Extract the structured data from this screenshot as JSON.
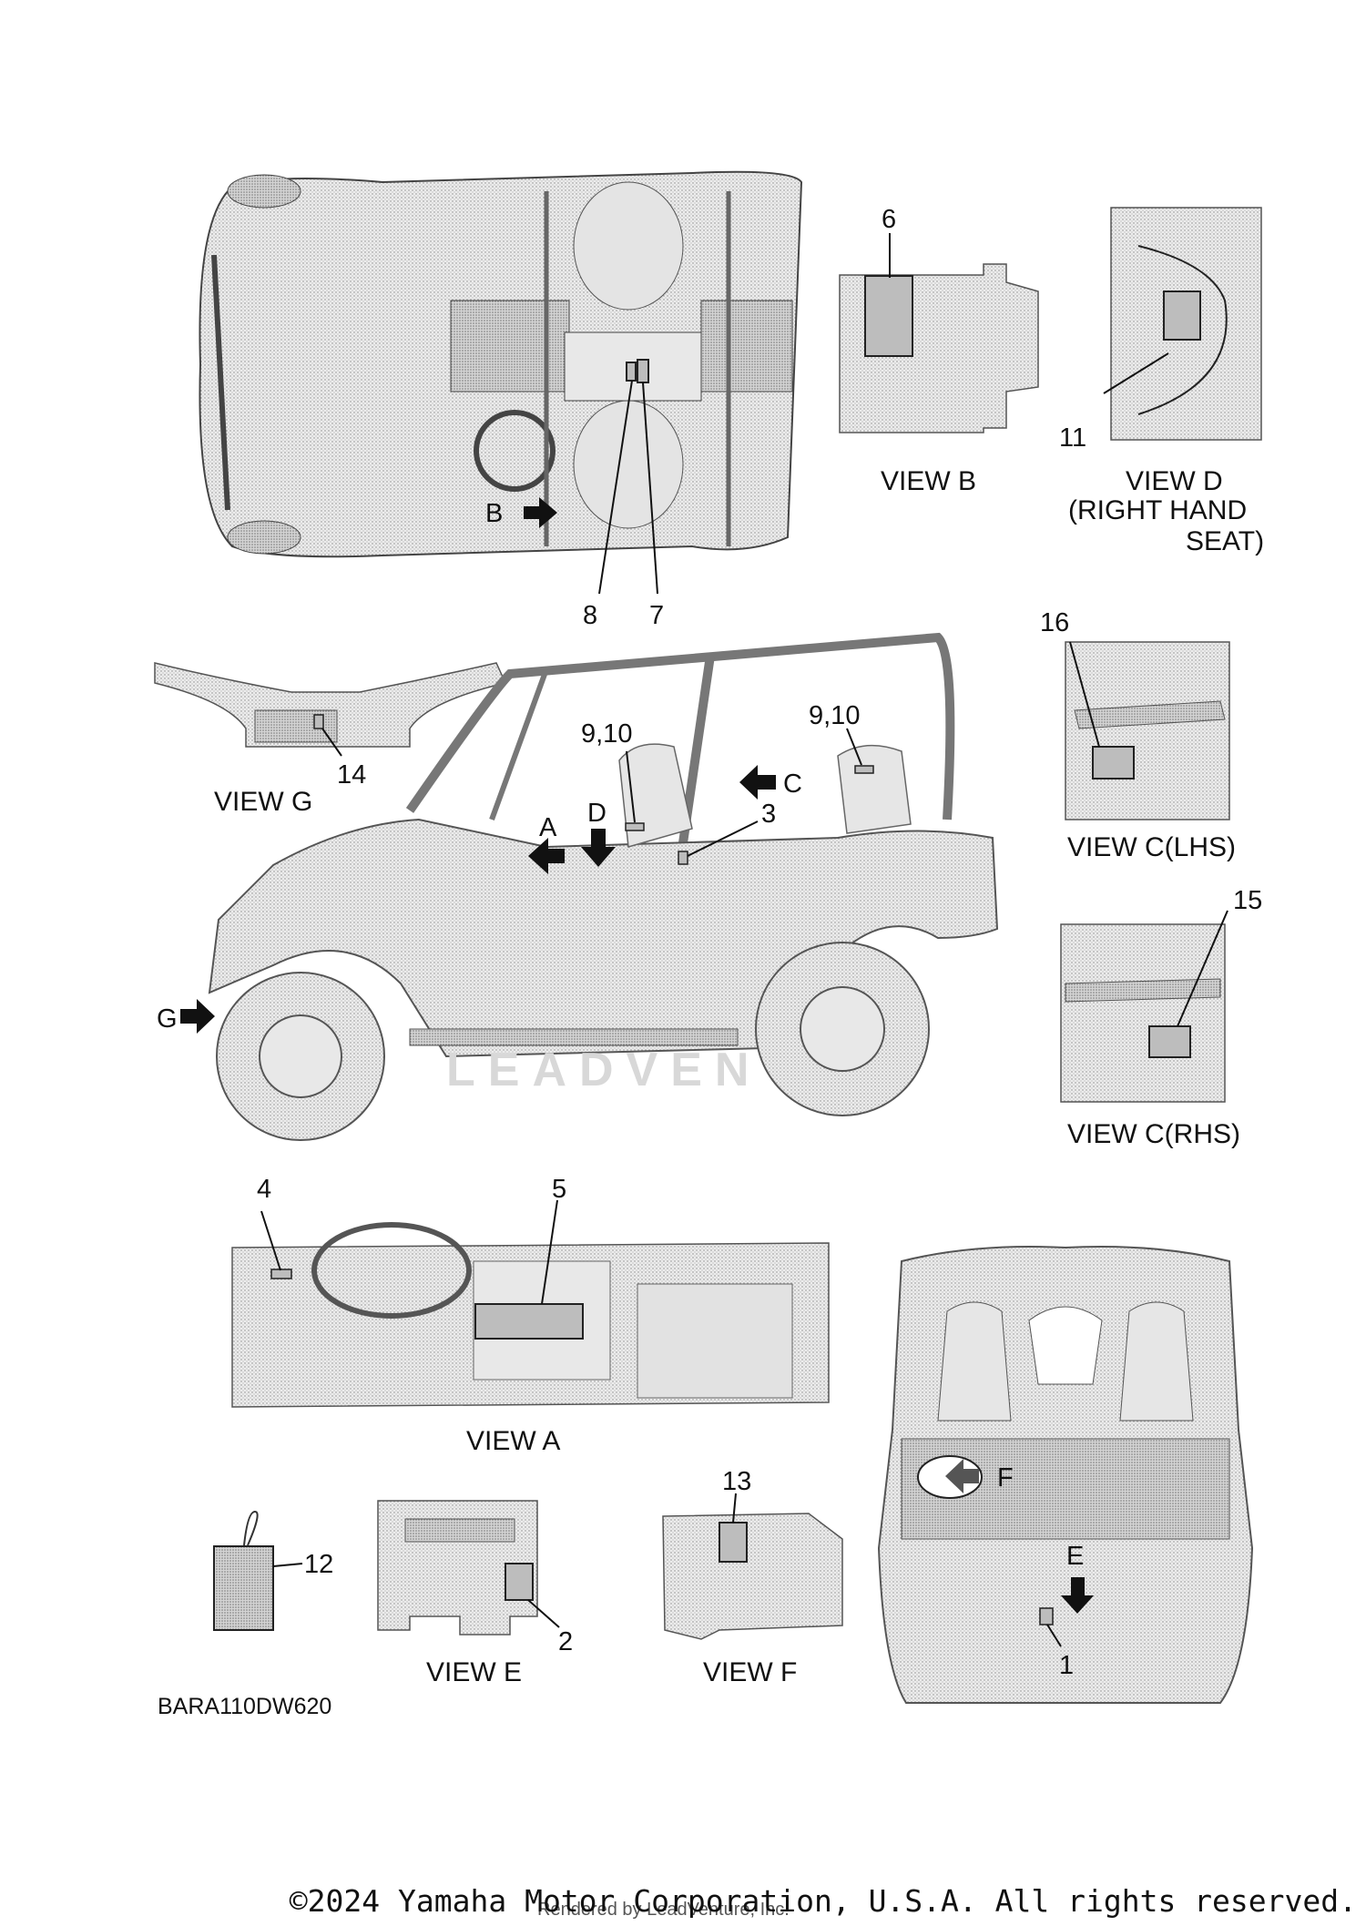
{
  "callouts": {
    "c1": "1",
    "c2": "2",
    "c3": "3",
    "c4": "4",
    "c5": "5",
    "c6": "6",
    "c7": "7",
    "c8": "8",
    "c9_10_left": "9,10",
    "c9_10_right": "9,10",
    "c11": "11",
    "c12": "12",
    "c13": "13",
    "c14": "14",
    "c15": "15",
    "c16": "16"
  },
  "arrow_letters": {
    "a": "A",
    "b": "B",
    "c": "C",
    "d": "D",
    "e": "E",
    "f": "F",
    "g": "G"
  },
  "views": {
    "view_a": "VIEW A",
    "view_b": "VIEW B",
    "view_d_line1": "VIEW D",
    "view_d_line2": "(RIGHT HAND",
    "view_d_line3": "SEAT)",
    "view_e": "VIEW E",
    "view_f": "VIEW F",
    "view_g": "VIEW G",
    "view_c_lhs": "VIEW C(LHS)",
    "view_c_rhs": "VIEW C(RHS)"
  },
  "drawing_code": "BARA110DW620",
  "watermark": "LEADVEN",
  "copyright": "©2024 Yamaha Motor Corporation, U.S.A. All rights reserved.",
  "rendered_by": "Rendered by LeadVenture, Inc.",
  "colors": {
    "ink": "#111111",
    "fill": "#dcdcdc",
    "label": "#bdbdbd",
    "watermark": "#d8d8d8"
  }
}
